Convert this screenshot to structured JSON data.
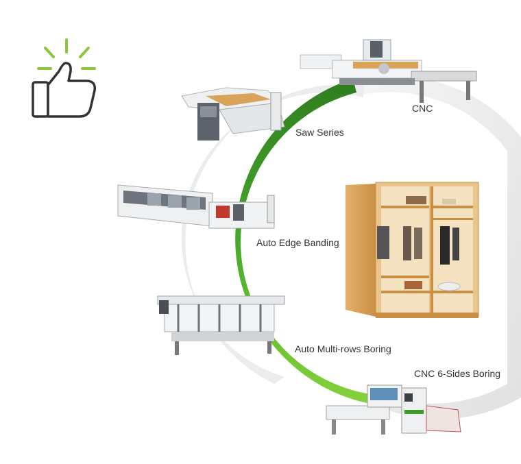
{
  "labels": {
    "cnc": "CNC",
    "saw": "Saw Series",
    "edge": "Auto Edge Banding",
    "boring": "Auto Multi-rows Boring",
    "six_sides": "CNC 6-Sides Boring"
  },
  "icons": {
    "thumbs_up": "thumbs-up-icon"
  },
  "colors": {
    "accent_green": "#3f9a2a",
    "accent_light": "#7fcf3a",
    "ring_gray": "#e6e6e6",
    "wood": "#d9a35a",
    "machine_white": "#f2f4f5",
    "machine_dark": "#4a4f55",
    "text": "#333333"
  }
}
